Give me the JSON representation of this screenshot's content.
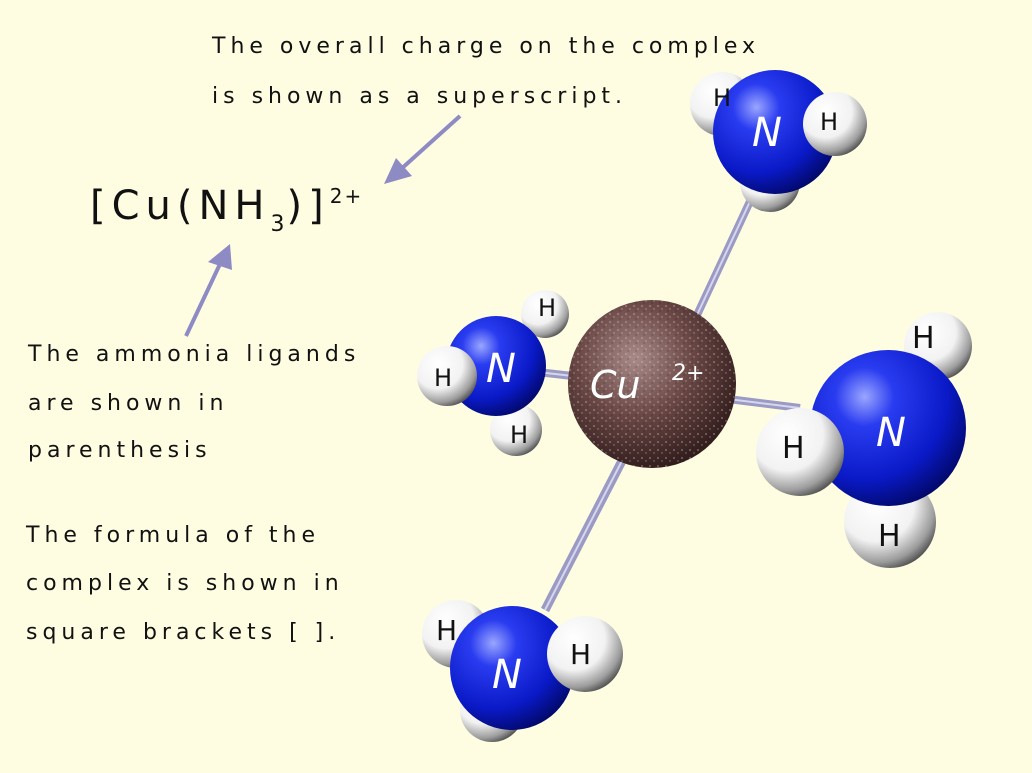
{
  "annotations": {
    "charge_note": [
      "The overall charge on the complex",
      "is shown as a superscript."
    ],
    "ligand_note": [
      "The ammonia ligands",
      "are shown in",
      "parenthesis"
    ],
    "formula_note": [
      "The formula of the",
      "complex is shown in",
      "square brackets [ ]."
    ]
  },
  "formula": {
    "open_bracket": "[",
    "metal": "Cu",
    "open_paren": "(",
    "ligand": "NH",
    "ligand_subscript": "3",
    "close_paren": ")",
    "close_bracket": "]",
    "charge": "2+"
  },
  "molecule": {
    "central_atom": "Cu",
    "central_charge": "2+",
    "nitrogen_label": "N",
    "hydrogen_label": "H",
    "colors": {
      "nitrogen": "#0a1fd6",
      "hydrogen": "#ffffff",
      "copper": "#5a3a38",
      "bond": "#9a9ac4",
      "arrow": "#8e8ac4",
      "background": "#fefde2"
    }
  }
}
